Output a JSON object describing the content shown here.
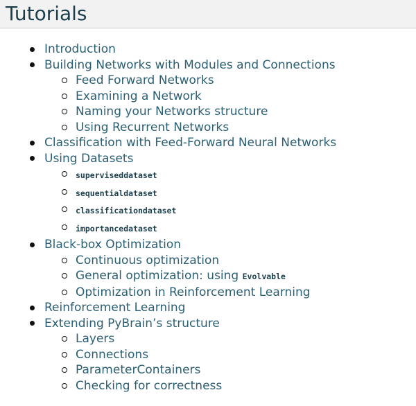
{
  "header": {
    "title": "Tutorials"
  },
  "toc": {
    "introduction": "Introduction",
    "building_networks": {
      "label": "Building Networks with Modules and Connections",
      "children": [
        "Feed Forward Networks",
        "Examining a Network",
        "Naming your Networks structure",
        "Using Recurrent Networks"
      ]
    },
    "classification": "Classification with Feed-Forward Neural Networks",
    "using_datasets": {
      "label": "Using Datasets",
      "children": [
        "superviseddataset",
        "sequentialdataset",
        "classificationdataset",
        "importancedataset"
      ]
    },
    "blackbox": {
      "label": "Black-box Optimization",
      "children": [
        "Continuous optimization",
        "General optimization: using ",
        "Optimization in Reinforcement Learning"
      ],
      "general_code": "Evolvable"
    },
    "reinforcement": "Reinforcement Learning",
    "extending": {
      "label": "Extending PyBrain’s structure",
      "children": [
        "Layers",
        "Connections",
        "ParameterContainers",
        "Checking for correctness"
      ]
    }
  }
}
